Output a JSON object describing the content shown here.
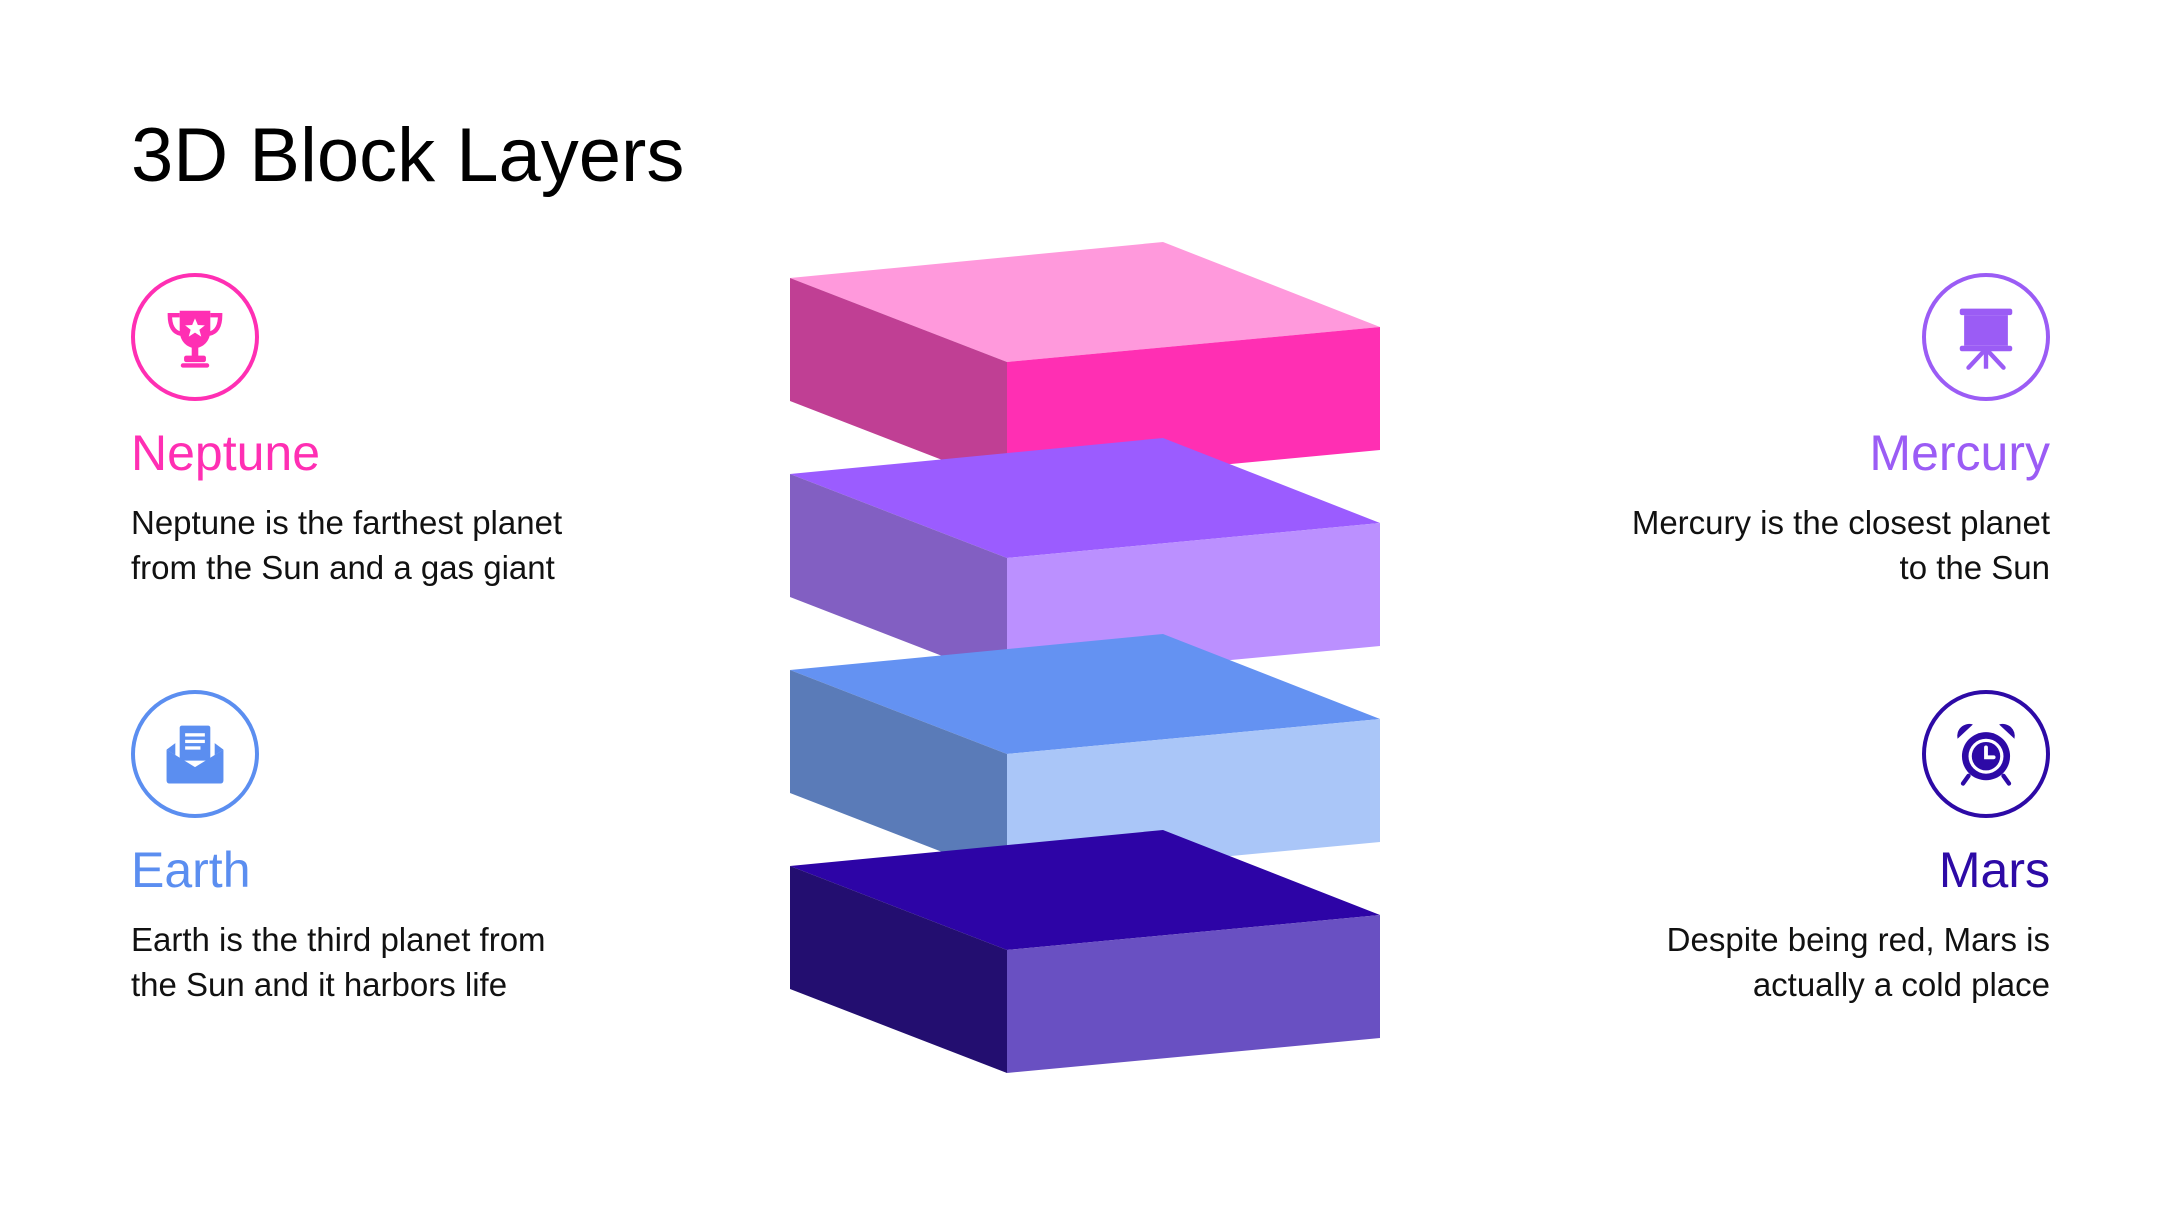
{
  "title": "3D Block Layers",
  "items": {
    "neptune": {
      "title": "Neptune",
      "desc": "Neptune is the farthest planet\nfrom the Sun and a gas giant",
      "color": "#ff2fb3",
      "icon": "trophy-icon"
    },
    "earth": {
      "title": "Earth",
      "desc": "Earth is the third planet from\nthe Sun and it harbors life",
      "color": "#5b8ef0",
      "icon": "envelope-icon"
    },
    "mercury": {
      "title": "Mercury",
      "desc": "Mercury is the closest planet\nto the Sun",
      "color": "#9b5cf5",
      "icon": "presentation-board-icon"
    },
    "mars": {
      "title": "Mars",
      "desc": "Despite being red, Mars is\nactually a cold place",
      "color": "#2d0aa6",
      "icon": "alarm-clock-icon"
    }
  },
  "blocks": [
    {
      "name": "neptune",
      "top": "#ff99dc",
      "left": "#c03f94",
      "right": "#ff2fb3"
    },
    {
      "name": "mercury",
      "top": "#9b5cff",
      "left": "#825fc2",
      "right": "#bb90ff"
    },
    {
      "name": "earth",
      "top": "#6492f2",
      "left": "#5a7bb8",
      "right": "#aac6f8"
    },
    {
      "name": "mars",
      "top": "#2d04a6",
      "left": "#230e70",
      "right": "#6950c2"
    }
  ]
}
